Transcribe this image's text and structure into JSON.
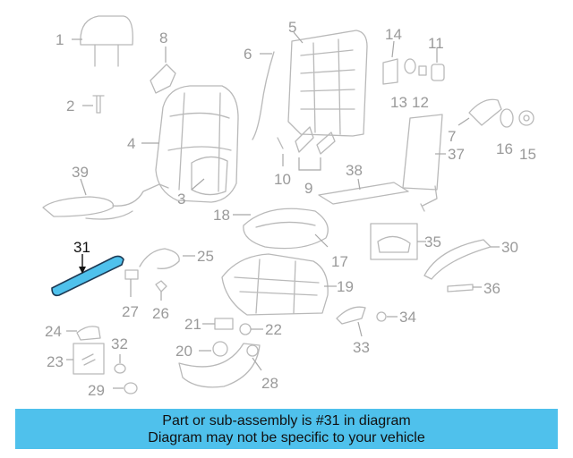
{
  "diagram": {
    "highlighted_part": "31",
    "highlight_color": "#4fc1ec",
    "labels": {
      "p1": "1",
      "p2": "2",
      "p3": "3",
      "p4": "4",
      "p5": "5",
      "p6": "6",
      "p7": "7",
      "p8": "8",
      "p9": "9",
      "p10": "10",
      "p11": "11",
      "p12": "12",
      "p13": "13",
      "p14": "14",
      "p15": "15",
      "p16": "16",
      "p17": "17",
      "p18": "18",
      "p19": "19",
      "p20": "20",
      "p21": "21",
      "p22": "22",
      "p23": "23",
      "p24": "24",
      "p25": "25",
      "p26": "26",
      "p27": "27",
      "p28": "28",
      "p29": "29",
      "p30": "30",
      "p31": "31",
      "p32": "32",
      "p33": "33",
      "p34": "34",
      "p36": "36",
      "p37": "37",
      "p38": "38",
      "p39": "39",
      "p35": "35"
    }
  },
  "footer": {
    "line1": "Part or sub-assembly is #31 in diagram",
    "line2": "Diagram may not be specific to your vehicle",
    "background": "#4fc1ec"
  }
}
